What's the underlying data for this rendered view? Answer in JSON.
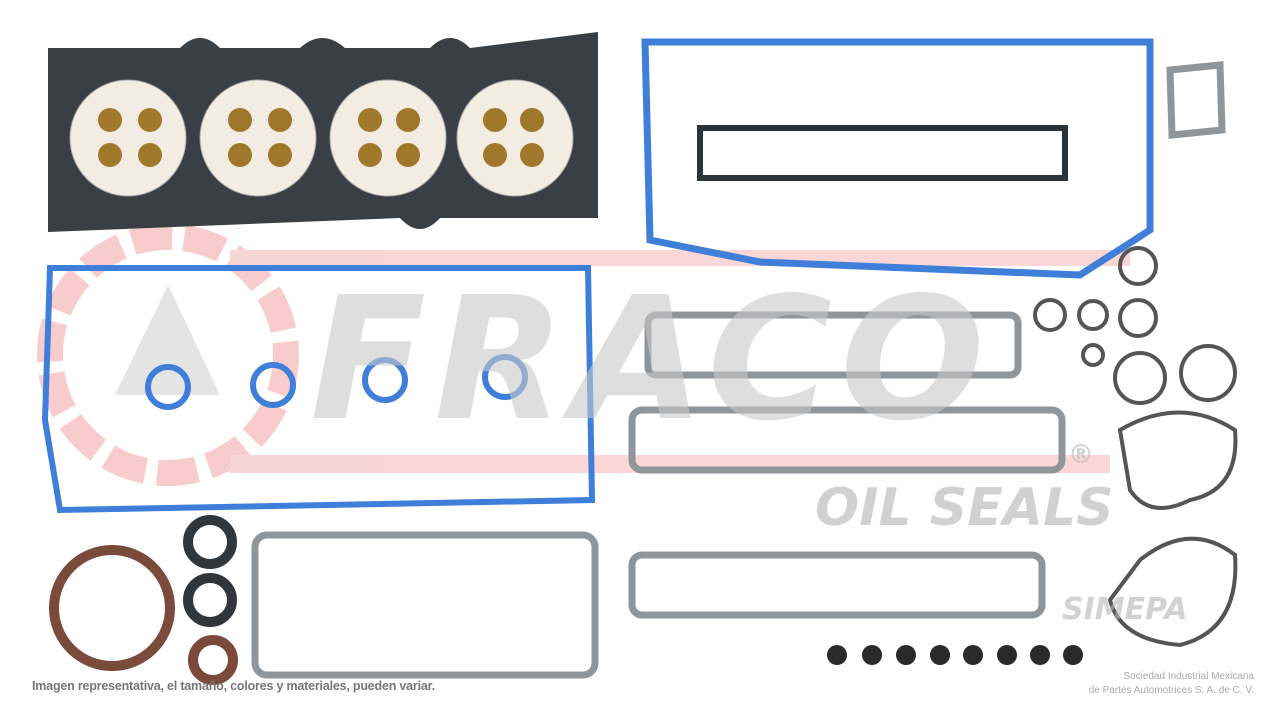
{
  "watermark": {
    "brand": "FRACO",
    "tagline": "OIL SEALS",
    "registered_mark": "®",
    "partner_logo": "SIMEPA",
    "brand_color": "#f28b8b",
    "gray_color": "#c8c8c8"
  },
  "disclaimer": "Imagen representativa, el tamaño, colores y materiales, pueden variar.",
  "company": {
    "line1": "Sociedad Industrial Mexicana",
    "line2": "de Partes Automotrices S. A. de C. V."
  },
  "colors": {
    "head_gasket": "#3a3f45",
    "valve_cover_gasket": "#3f7fd9",
    "fiber_gasket": "#8f9599",
    "rubber_seal": "#7a4a3a",
    "valve_stem_seal": "#a0782c"
  }
}
